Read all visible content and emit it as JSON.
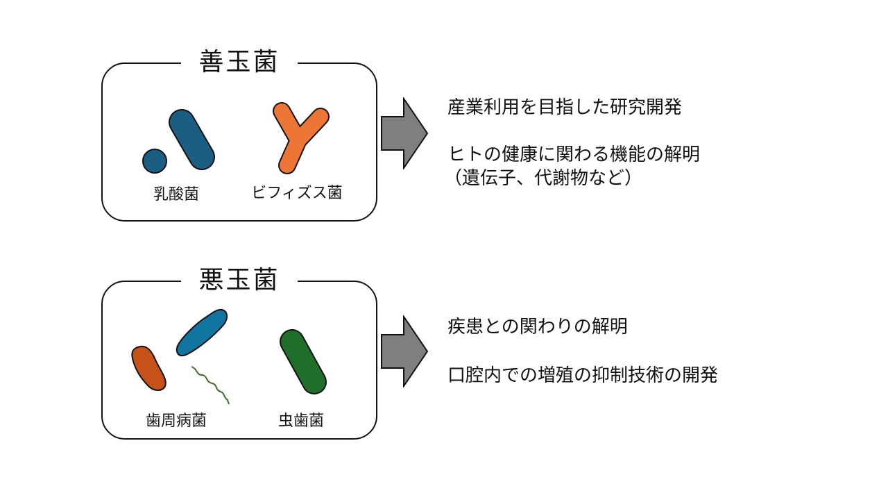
{
  "good_group": {
    "title": "善玉菌",
    "bacteria": [
      {
        "label": "乳酸菌"
      },
      {
        "label": "ビフィズス菌"
      }
    ],
    "descriptions": [
      "産業利用を目指した研究開発",
      "ヒトの健康に関わる機能の解明",
      "（遺伝子、代謝物など）"
    ]
  },
  "bad_group": {
    "title": "悪玉菌",
    "bacteria": [
      {
        "label": "歯周病菌"
      },
      {
        "label": "虫歯菌"
      }
    ],
    "descriptions": [
      "疾患との関わりの解明",
      "口腔内での増殖の抑制技術の開発"
    ]
  },
  "colors": {
    "lactic_blue": "#1a5e84",
    "bifido_orange": "#ed7636",
    "perio_orange": "#c55219",
    "perio_blue": "#1274a1",
    "spirochete_green": "#3f6b2c",
    "caries_green": "#1f6e2a",
    "arrow_gray": "#7f7f7f"
  }
}
